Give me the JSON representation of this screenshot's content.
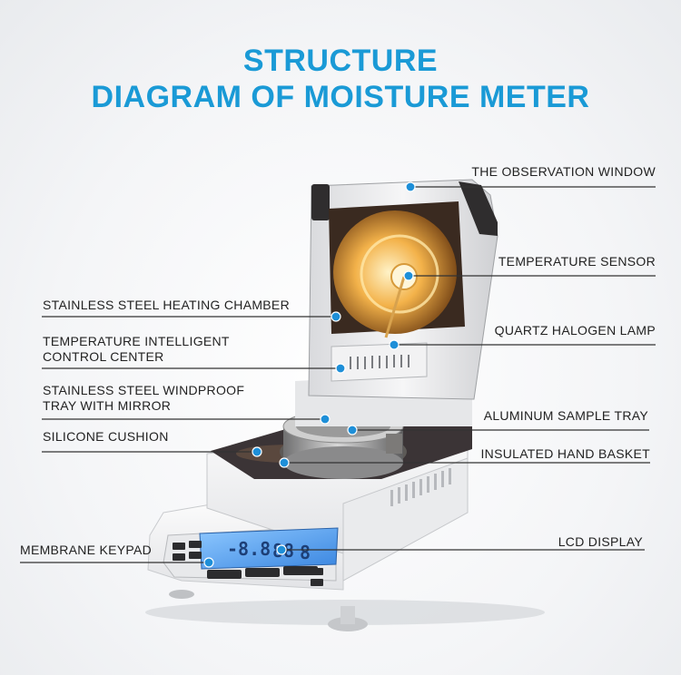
{
  "title": {
    "line1": "STRUCTURE",
    "line2": "DIAGRAM OF MOISTURE METER"
  },
  "labels": {
    "observation_window": "THE OBSERVATION WINDOW",
    "temperature_sensor": "TEMPERATURE SENSOR",
    "heating_chamber": "STAINLESS STEEL HEATING CHAMBER",
    "quartz_lamp": "QUARTZ HALOGEN LAMP",
    "control_center_1": "TEMPERATURE INTELLIGENT",
    "control_center_2": "CONTROL CENTER",
    "windproof_tray_1": "STAINLESS STEEL WINDPROOF",
    "windproof_tray_2": "TRAY WITH MIRROR",
    "aluminum_tray": "ALUMINUM SAMPLE TRAY",
    "silicone_cushion": "SILICONE CUSHION",
    "hand_basket": "INSULATED HAND BASKET",
    "membrane_keypad": "MEMBRANE KEYPAD",
    "lcd_display": "LCD DISPLAY"
  },
  "colors": {
    "accent": "#1a9ad6",
    "marker": "#1e8fd8",
    "line": "#333333"
  }
}
